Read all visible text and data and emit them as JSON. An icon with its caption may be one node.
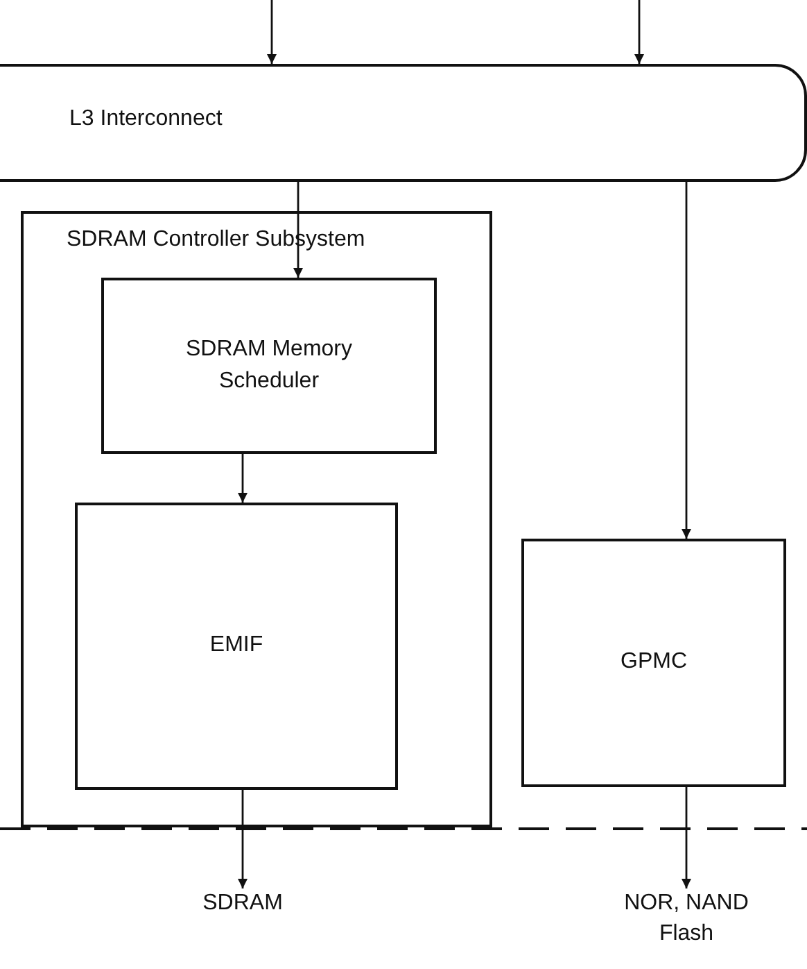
{
  "diagram": {
    "nodes": [
      {
        "text": [
          "L3 Interconnect"
        ]
      },
      {
        "text": [
          "SDRAM Controller Subsystem"
        ]
      },
      {
        "text": [
          "SDRAM Memory Scheduler"
        ],
        "in": 1
      },
      {
        "text": [
          "EMIF"
        ],
        "in": 1
      },
      {
        "text": [
          "GPMC"
        ]
      },
      {
        "text": [
          "SDRAM"
        ]
      },
      {
        "text": [
          "NOR, NAND Flash"
        ]
      }
    ],
    "edges": [
      {
        "from": null,
        "to": 0,
        "arrow": "to"
      },
      {
        "from": null,
        "to": 0,
        "arrow": "to"
      },
      {
        "from": 0,
        "to": 2,
        "arrow": "to"
      },
      {
        "from": 2,
        "to": 3,
        "arrow": "to"
      },
      {
        "from": 0,
        "to": 4,
        "arrow": "to"
      },
      {
        "from": 3,
        "to": 5,
        "arrow": "to"
      },
      {
        "from": 4,
        "to": 6,
        "arrow": "to"
      }
    ]
  }
}
